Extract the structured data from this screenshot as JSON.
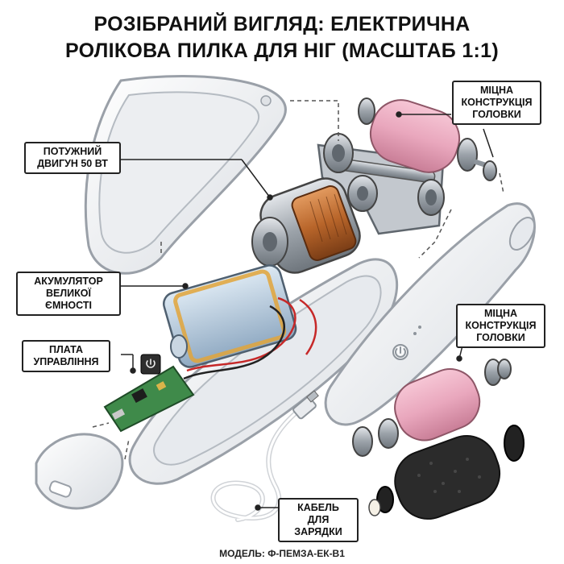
{
  "title": {
    "line1": "РОЗІБРАНИЙ ВИГЛЯД: ЕЛЕКТРИЧНА",
    "line2": "РОЛІКОВА ПИЛКА ДЛЯ НІГ (МАСШТАБ 1:1)"
  },
  "labels": {
    "motor": {
      "line1": "ПОТУЖНИЙ",
      "line2": "ДВИГУН 50 ВТ"
    },
    "battery": {
      "line1": "АКУМУЛЯТОР",
      "line2": "ВЕЛИКОЇ ЄМНОСТІ"
    },
    "board": {
      "line1": "ПЛАТА",
      "line2": "УПРАВЛІННЯ"
    },
    "head_top": {
      "line1": "МІЦНА",
      "line2": "КОНСТРУКЦІЯ",
      "line3": "ГОЛОВКИ"
    },
    "head_right": {
      "line1": "МІЦНА",
      "line2": "КОНСТРУКЦІЯ",
      "line3": "ГОЛОВКИ"
    },
    "cable": {
      "line1": "КАБЕЛЬ",
      "line2": "ДЛЯ ЗАРЯДКИ"
    }
  },
  "footer": "МОДЕЛЬ: Ф-ПЕМЗА-ЕК-В1",
  "colors": {
    "shell": "#f4f5f7",
    "shell_edge": "#9aa0a8",
    "pink_roller": "#e9a7bd",
    "black_roller": "#2b2b2b",
    "copper": "#b8652a",
    "battery": "#b9cde0",
    "battery_wrap": "#e2a43a",
    "pcb": "#3f8a4a",
    "metal": "#9ba2a9"
  },
  "icons": [
    "power-icon",
    "usb-plug-icon"
  ]
}
